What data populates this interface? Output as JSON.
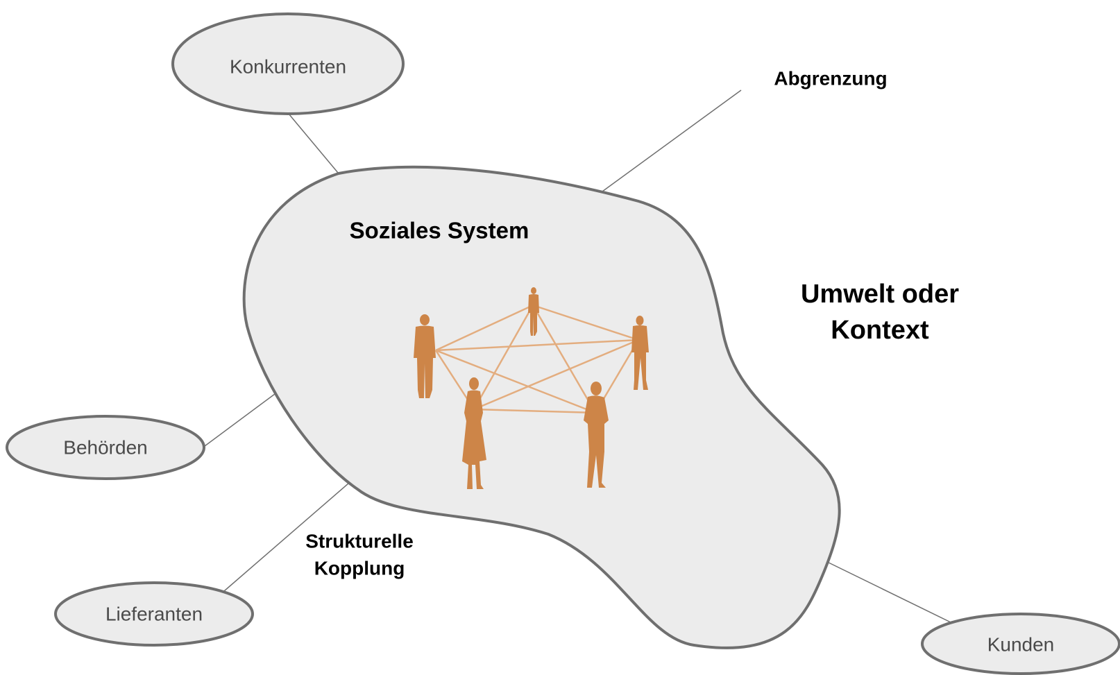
{
  "colors": {
    "shape_fill": "#ececec",
    "shape_stroke": "#6f6f6f",
    "connector": "#6f6f6f",
    "figure": "#cd8548",
    "network_line": "#e3ad7f"
  },
  "system": {
    "title": "Soziales System"
  },
  "environment": {
    "line1": "Umwelt oder",
    "line2": "Kontext"
  },
  "boundary_label": "Abgrenzung",
  "coupling_label": {
    "line1": "Strukturelle",
    "line2": "Kopplung"
  },
  "stakeholders": [
    {
      "id": "konkurrenten",
      "label": "Konkurrenten"
    },
    {
      "id": "behoerden",
      "label": "Behörden"
    },
    {
      "id": "lieferanten",
      "label": "Lieferanten"
    },
    {
      "id": "kunden",
      "label": "Kunden"
    }
  ],
  "people": [
    {
      "id": "person-1",
      "icon": "person-silhouette-icon"
    },
    {
      "id": "person-2",
      "icon": "person-silhouette-icon"
    },
    {
      "id": "person-3",
      "icon": "person-silhouette-icon"
    },
    {
      "id": "person-4",
      "icon": "person-silhouette-icon"
    },
    {
      "id": "person-5",
      "icon": "person-silhouette-icon"
    }
  ]
}
